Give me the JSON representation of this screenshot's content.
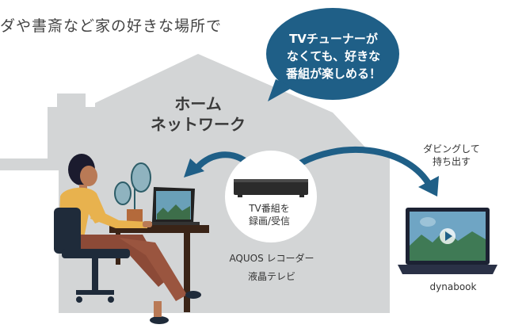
{
  "heading": "ダや書斎など家の好きな場所で",
  "bubble": {
    "lines": [
      "TVチューナーが",
      "なくても、好きな",
      "番組が楽しめる！"
    ]
  },
  "home_network": {
    "lines": [
      "ホーム",
      "ネットワーク"
    ]
  },
  "recorder": {
    "action_lines": [
      "TV番組を",
      "録画/受信"
    ],
    "device_lines": [
      "AQUOS レコーダー",
      "液晶テレビ"
    ]
  },
  "dubbing": {
    "lines": [
      "ダビングして",
      "持ち出す"
    ]
  },
  "laptop": {
    "brand": "dynabook"
  },
  "colors": {
    "accent_blue": "#1f5f87",
    "house_gray": "#d3d5d6",
    "circle_white": "#ffffff"
  },
  "icons": [
    "recorder-icon",
    "laptop-icon",
    "person-icon",
    "plant-icon",
    "chair-icon",
    "play-icon"
  ]
}
